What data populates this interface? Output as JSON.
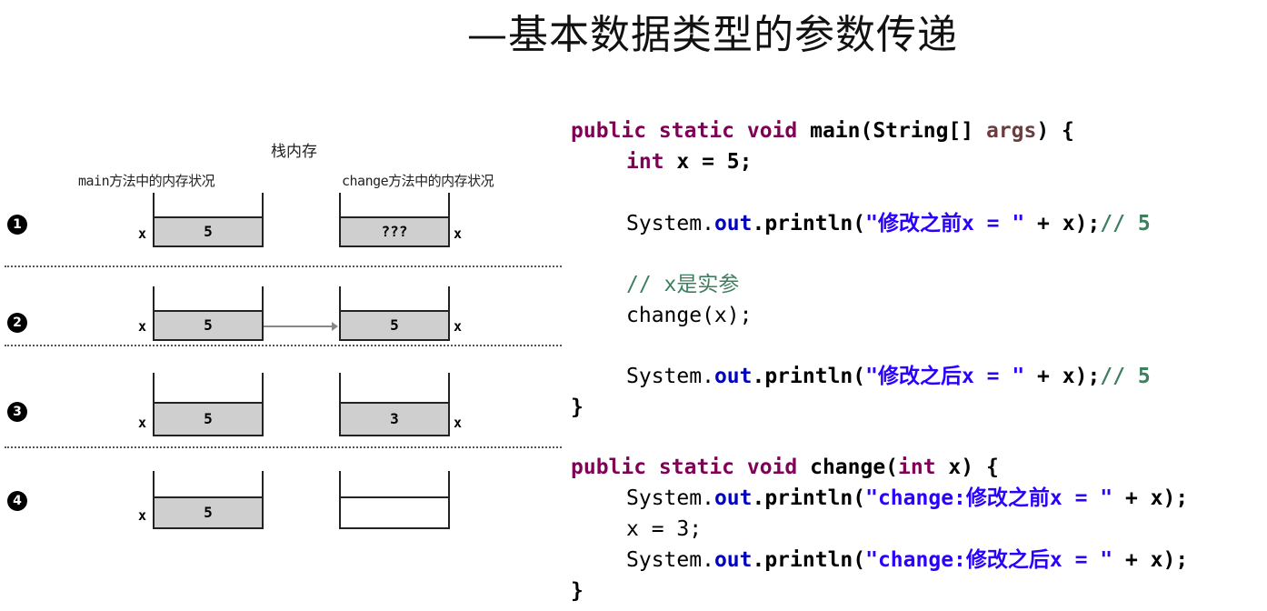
{
  "title": "—基本数据类型的参数传递",
  "diagram": {
    "header": "栈内存",
    "main_label": "main方法中的内存状况",
    "change_label": "change方法中的内存状况",
    "var_name": "x",
    "steps": [
      {
        "num": "1",
        "main_value": "5",
        "change_value": "???"
      },
      {
        "num": "2",
        "main_value": "5",
        "change_value": "5"
      },
      {
        "num": "3",
        "main_value": "5",
        "change_value": "3"
      },
      {
        "num": "4",
        "main_value": "5",
        "change_value": ""
      }
    ]
  },
  "code": {
    "main_sig_mod": "public static void",
    "main_sig_name": " main(String[] ",
    "main_sig_arg": "args",
    "main_sig_end": ") {",
    "l2_kw": "int",
    "l2_rest": " x = 5;",
    "l3_pre": "System.",
    "l3_out": "out",
    "l3_call": ".println(",
    "l3_str": "\"修改之前x = \"",
    "l3_tail": " + x);",
    "l3_cmt": "// 5",
    "l4_cmt": "// x是实参",
    "l5": "change(x);",
    "l6_pre": "System.",
    "l6_out": "out",
    "l6_call": ".println(",
    "l6_str": "\"修改之后x = \"",
    "l6_tail": " + x);",
    "l6_cmt": "// 5",
    "close1": "}",
    "ch_sig_mod": "public static void",
    "ch_sig_name": " change(",
    "ch_sig_kw": "int",
    "ch_sig_end": " x) {",
    "l8_pre": "System.",
    "l8_out": "out",
    "l8_call": ".println(",
    "l8_str": "\"change:修改之前x = \"",
    "l8_tail": " + x);",
    "l9": "x = 3;",
    "l10_pre": "System.",
    "l10_out": "out",
    "l10_call": ".println(",
    "l10_str": "\"change:修改之后x = \"",
    "l10_tail": " + x);",
    "close2": "}"
  }
}
